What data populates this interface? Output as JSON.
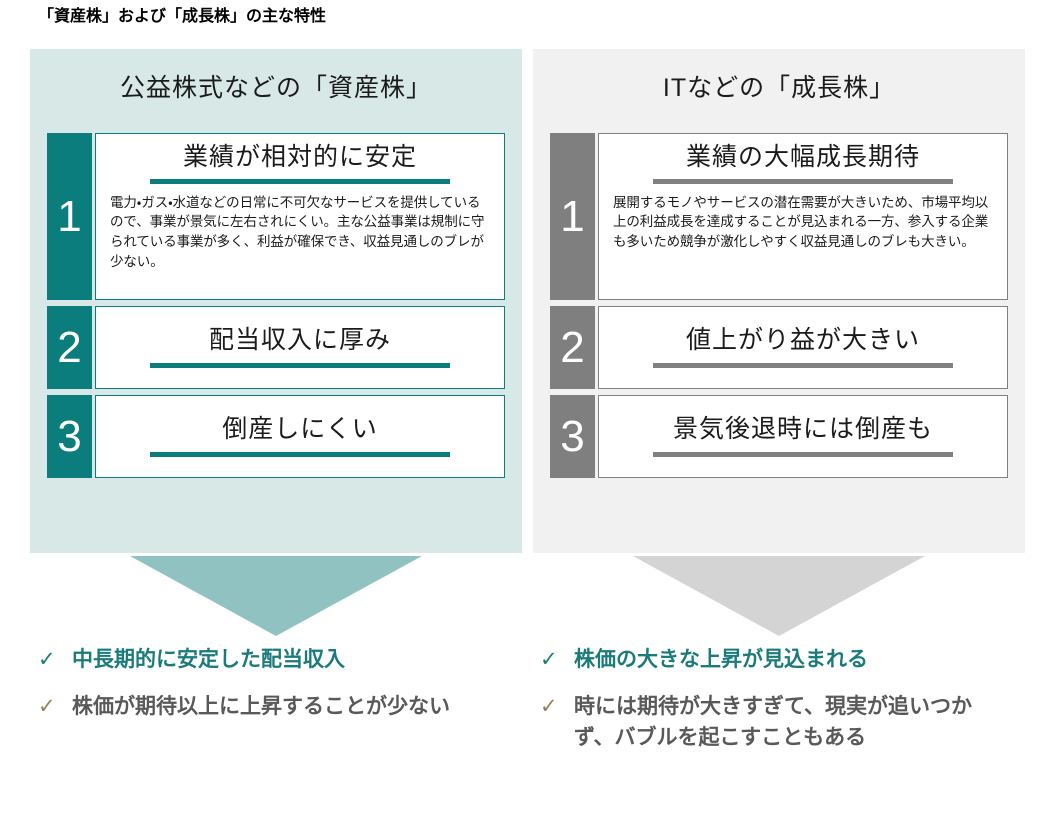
{
  "page": {
    "title": "「資産株」および「成長株」の主な特性"
  },
  "colors": {
    "left_accent": "#0b7d7d",
    "left_panel_bg": "#d8e8e7",
    "left_arrow": "#8fc2c0",
    "right_accent": "#808080",
    "right_panel_bg": "#f1f1f1",
    "right_arrow": "#d4d4d4",
    "primary_text": "#1b7b7b",
    "secondary_text": "#595959"
  },
  "columns": [
    {
      "id": "asset-stock",
      "heading": "公益株式などの「資産株」",
      "items": [
        {
          "number": "1",
          "title": "業績が相対的に安定",
          "desc": "電力・ガス・水道などの日常に不可欠なサービスを提供しているので、事業が景気に左右されにくい。主な公益事業は規制に守られている事業が多く、利益が確保でき、収益見通しのブレが少ない。"
        },
        {
          "number": "2",
          "title": "配当収入に厚み",
          "desc": ""
        },
        {
          "number": "3",
          "title": "倒産しにくい",
          "desc": ""
        }
      ],
      "bullets": [
        {
          "icon": "check-icon",
          "text": "中長期的に安定した配当収入",
          "emphasis": "primary"
        },
        {
          "icon": "check-icon",
          "text": "株価が期待以上に上昇することが少ない",
          "emphasis": "secondary"
        }
      ]
    },
    {
      "id": "growth-stock",
      "heading": "ITなどの「成長株」",
      "items": [
        {
          "number": "1",
          "title": "業績の大幅成長期待",
          "desc": "展開するモノやサービスの潜在需要が大きいため、市場平均以上の利益成長を達成することが見込まれる一方、参入する企業も多いため競争が激化しやすく収益見通しのブレも大きい。"
        },
        {
          "number": "2",
          "title": "値上がり益が大きい",
          "desc": ""
        },
        {
          "number": "3",
          "title": "景気後退時には倒産も",
          "desc": ""
        }
      ],
      "bullets": [
        {
          "icon": "check-icon",
          "text": "株価の大きな上昇が見込まれる",
          "emphasis": "primary"
        },
        {
          "icon": "check-icon",
          "text": "時には期待が大きすぎて、現実が追いつかず、バブルを起こすこともある",
          "emphasis": "secondary"
        }
      ]
    }
  ],
  "icons": {
    "check": "✓",
    "down_arrow_left": "down-arrow-icon",
    "down_arrow_right": "down-arrow-icon"
  }
}
